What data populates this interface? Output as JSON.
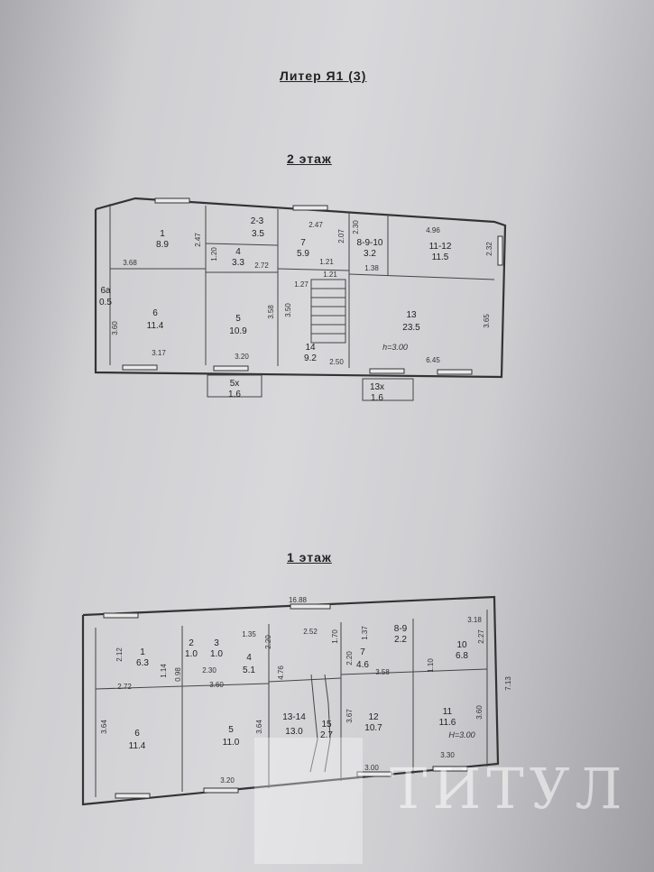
{
  "header": {
    "title": "Литер Я1 (3)"
  },
  "floor2": {
    "title": "2 этаж",
    "rooms": [
      {
        "id": "1",
        "area": "8.9"
      },
      {
        "id": "2-3",
        "area": "3.5"
      },
      {
        "id": "4",
        "area": "3.3"
      },
      {
        "id": "7",
        "area": "5.9"
      },
      {
        "id": "8-9-10",
        "area": "3.2"
      },
      {
        "id": "11-12",
        "area": "11.5"
      },
      {
        "id": "6а",
        "area": "0.5"
      },
      {
        "id": "6",
        "area": "11.4"
      },
      {
        "id": "5",
        "area": "10.9"
      },
      {
        "id": "14",
        "area": "9.2"
      },
      {
        "id": "13",
        "area": "23.5"
      },
      {
        "id": "5х",
        "area": "1.6"
      },
      {
        "id": "13х",
        "area": "1.6"
      }
    ],
    "dims": [
      "2.47",
      "2.30",
      "2.07",
      "4.96",
      "2.47",
      "1.20",
      "2.72",
      "1.21",
      "1.21",
      "1.38",
      "2.32",
      "3.68",
      "1.27",
      "3.58",
      "3.50",
      "3.60",
      "3.17",
      "3.20",
      "2.50",
      "6.45",
      "3.65"
    ],
    "height_label": "h=3.00"
  },
  "floor1": {
    "title": "1 этаж",
    "rooms": [
      {
        "id": "1",
        "area": "6.3"
      },
      {
        "id": "2",
        "area": "1.0"
      },
      {
        "id": "3",
        "area": "1.0"
      },
      {
        "id": "4",
        "area": "5.1"
      },
      {
        "id": "7",
        "area": "4.6"
      },
      {
        "id": "8-9",
        "area": "2.2"
      },
      {
        "id": "10",
        "area": "6.8"
      },
      {
        "id": "6",
        "area": "11.4"
      },
      {
        "id": "5",
        "area": "11.0"
      },
      {
        "id": "13-14",
        "area": "13.0"
      },
      {
        "id": "15",
        "area": "2.7"
      },
      {
        "id": "12",
        "area": "10.7"
      },
      {
        "id": "11",
        "area": "11.6"
      }
    ],
    "dims": [
      "16.88",
      "1.35",
      "2.52",
      "1.37",
      "3.18",
      "2.12",
      "1.14",
      "0.98",
      "2.30",
      "2.20",
      "1.70",
      "2.20",
      "3.58",
      "1.10",
      "2.27",
      "2.72",
      "3.60",
      "4.76",
      "7.13",
      "3.64",
      "3.64",
      "3.67",
      "3.60",
      "3.20",
      "3.00",
      "3.30"
    ],
    "height_label": "H=3.00"
  },
  "watermark": {
    "text": "ТИТУЛ"
  }
}
